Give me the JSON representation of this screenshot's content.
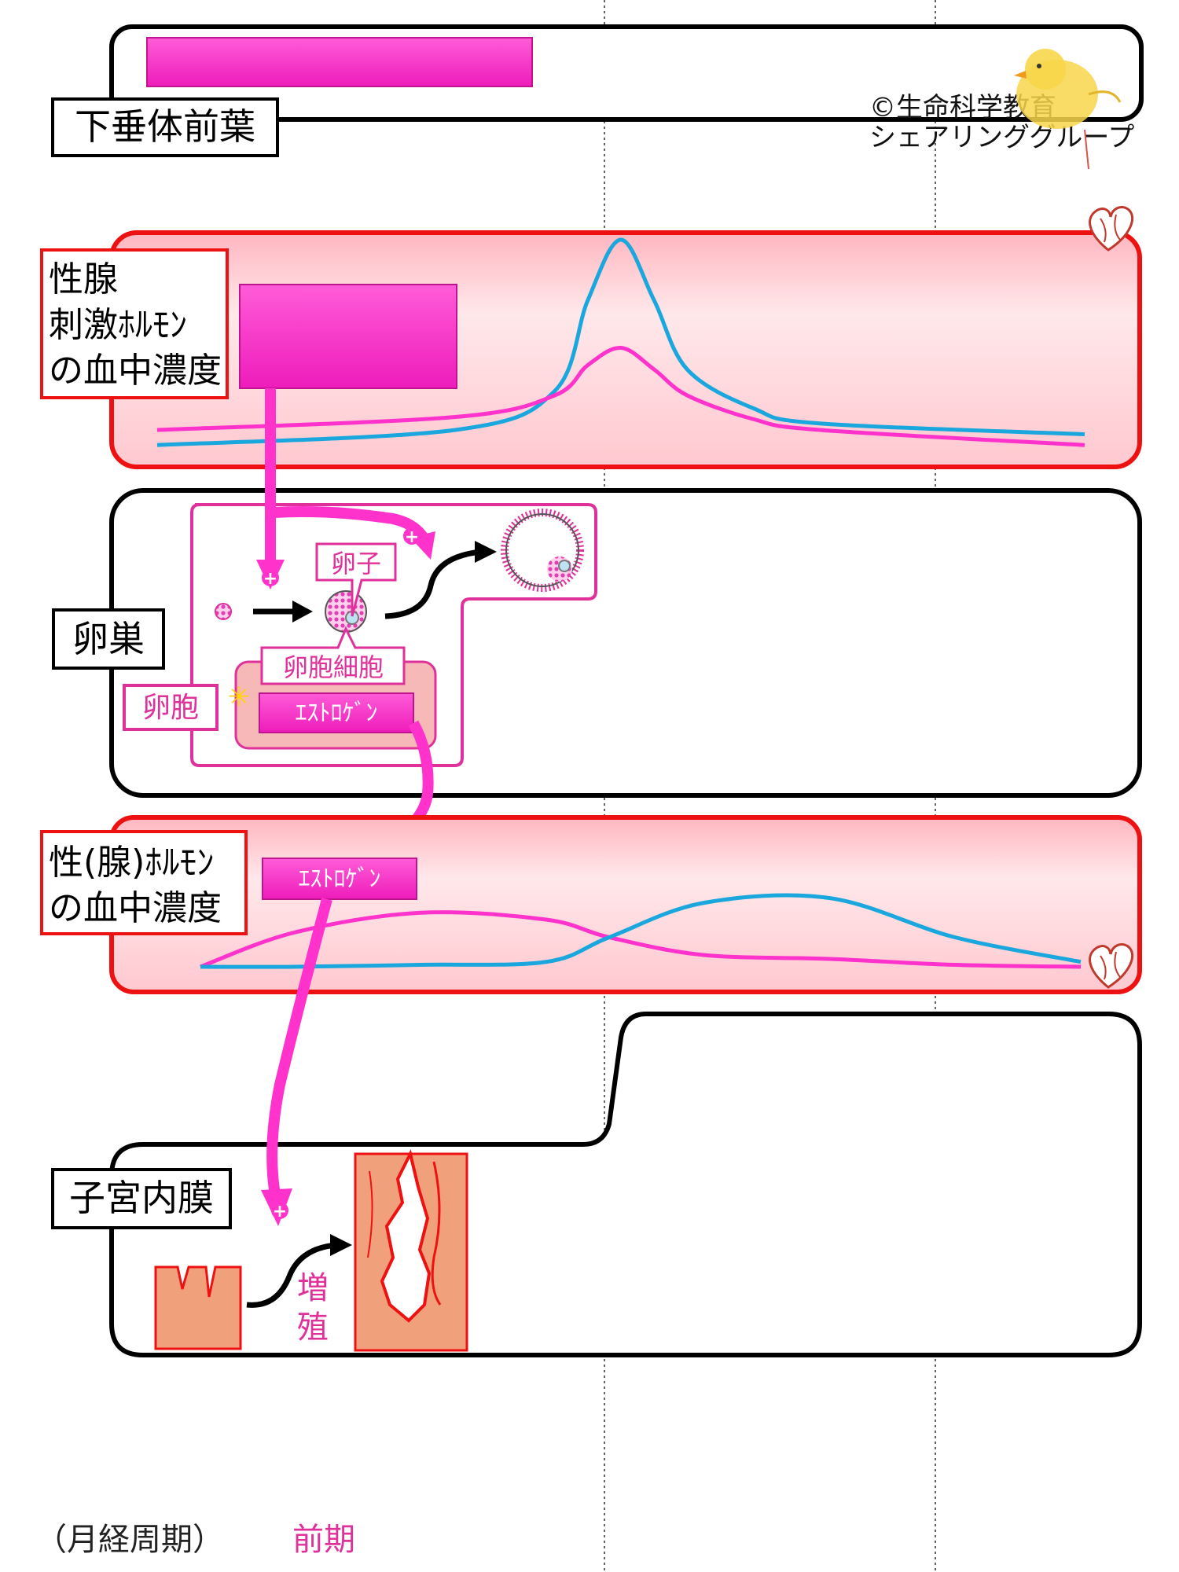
{
  "copyright": {
    "line1": "©生命科学教育",
    "line2": "シェアリンググループ"
  },
  "labels": {
    "pituitary": "下垂体前葉",
    "gonadotropin": [
      "性腺",
      "刺激ﾎﾙﾓﾝ",
      "の血中濃度"
    ],
    "ovary": "卵巣",
    "sex_hormone": [
      "性(腺)ﾎﾙﾓﾝ",
      "の血中濃度"
    ],
    "endometrium": "子宮内膜"
  },
  "ovary_parts": {
    "egg": "卵子",
    "granulosa": "卵胞細胞",
    "follicle": "卵胞",
    "estrogen": "ｴｽﾄﾛｹﾞﾝ"
  },
  "hormone_box": {
    "estrogen": "ｴｽﾄﾛｹﾞﾝ"
  },
  "symbols": {
    "plus": "+"
  },
  "endometrium_parts": {
    "proliferation": [
      "増",
      "殖"
    ]
  },
  "footer": {
    "cycle_label": "（月経周期）",
    "phase_label": "前期"
  },
  "colors": {
    "magenta": "#ff33cc",
    "magenta_text": "#e0309a",
    "cyan": "#1aa7dd",
    "red": "#ee1111",
    "panel_pink": "#ffd9dc",
    "tissue": "#f0a07a",
    "black": "#000000"
  },
  "chart_data": [
    {
      "type": "line",
      "panel": "gonadotropin",
      "x_domain": [
        0,
        28
      ],
      "series": [
        {
          "color": "#1aa7dd",
          "x": [
            0,
            9,
            12,
            13,
            14,
            15,
            16,
            18,
            20,
            28
          ],
          "y": [
            0.05,
            0.12,
            0.3,
            0.72,
            1.0,
            0.72,
            0.4,
            0.22,
            0.15,
            0.1
          ]
        },
        {
          "color": "#ff33cc",
          "x": [
            0,
            9,
            12,
            13,
            14,
            15,
            16,
            18,
            20,
            28
          ],
          "y": [
            0.12,
            0.18,
            0.28,
            0.42,
            0.5,
            0.4,
            0.28,
            0.17,
            0.12,
            0.05
          ]
        }
      ]
    },
    {
      "type": "line",
      "panel": "sex_hormone",
      "x_domain": [
        0,
        28
      ],
      "series": [
        {
          "color": "#ff33cc",
          "x": [
            0,
            3,
            7,
            11,
            13,
            16,
            20,
            24,
            28
          ],
          "y": [
            0.0,
            0.35,
            0.55,
            0.48,
            0.3,
            0.12,
            0.08,
            0.02,
            0.0
          ]
        },
        {
          "color": "#1aa7dd",
          "x": [
            0,
            3,
            7,
            11,
            13,
            16,
            20,
            24,
            28
          ],
          "y": [
            0.0,
            0.0,
            0.02,
            0.05,
            0.3,
            0.65,
            0.7,
            0.3,
            0.05
          ]
        }
      ]
    }
  ]
}
